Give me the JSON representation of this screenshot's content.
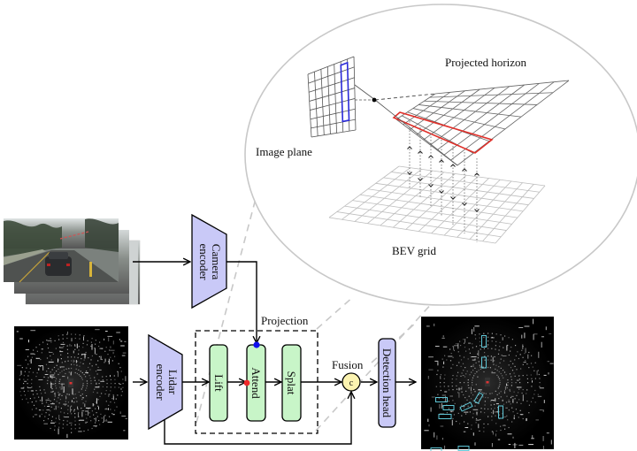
{
  "labels": {
    "projected_horizon": "Projected horizon",
    "image_plane": "Image plane",
    "bev_grid": "BEV grid",
    "camera_encoder_line1": "Camera",
    "camera_encoder_line2": "encoder",
    "lidar_encoder_line1": "Lidar",
    "lidar_encoder_line2": "encoder",
    "projection": "Projection",
    "lift": "Lift",
    "attend": "Attend",
    "splat": "Splat",
    "fusion": "Fusion",
    "concat_symbol": "c",
    "detection_head": "Detection head"
  },
  "colors": {
    "encoder_fill": "#c9c9f7",
    "block_fill": "#c8f5c8",
    "fusion_fill": "#fbf3b0",
    "detection_fill": "#c9c9f7",
    "image_ray_highlight": "#2b2bd9",
    "horizon_highlight": "#e0302a",
    "camera_query_dot": "#1010ee",
    "lidar_query_dot": "#ee2a2a",
    "detection_box": "#5fc6d6",
    "callout": "#c8c8c8"
  },
  "images": {
    "camera_input": "camera-images-stack",
    "lidar_input": "lidar-bev-pointcloud",
    "detection_output": "lidar-bev-with-detections"
  }
}
